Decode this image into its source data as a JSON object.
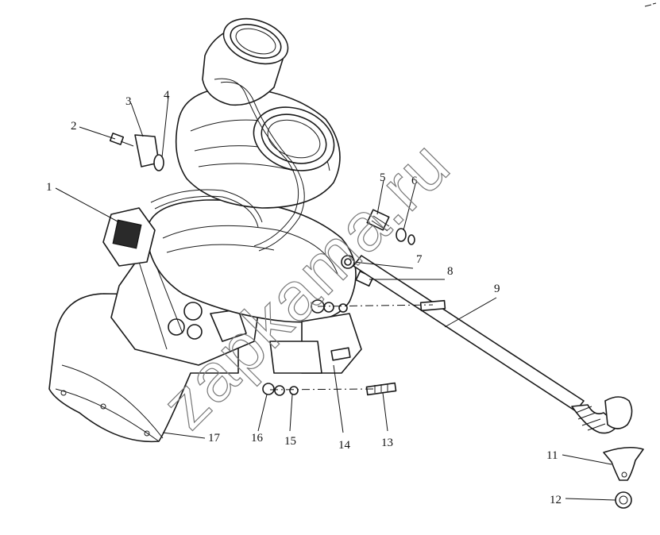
{
  "diagram": {
    "type": "exploded parts diagram",
    "subject": "turbocharger assembly",
    "callouts": [
      {
        "id": "1",
        "label": "1"
      },
      {
        "id": "2",
        "label": "2"
      },
      {
        "id": "3",
        "label": "3"
      },
      {
        "id": "4",
        "label": "4"
      },
      {
        "id": "5",
        "label": "5"
      },
      {
        "id": "6",
        "label": "6"
      },
      {
        "id": "7",
        "label": "7"
      },
      {
        "id": "8",
        "label": "8"
      },
      {
        "id": "9",
        "label": "9"
      },
      {
        "id": "11",
        "label": "11"
      },
      {
        "id": "12",
        "label": "12"
      },
      {
        "id": "13",
        "label": "13"
      },
      {
        "id": "14",
        "label": "14"
      },
      {
        "id": "15",
        "label": "15"
      },
      {
        "id": "16",
        "label": "16"
      },
      {
        "id": "17",
        "label": "17"
      }
    ]
  },
  "watermark": {
    "text": "zapkama.ru"
  }
}
